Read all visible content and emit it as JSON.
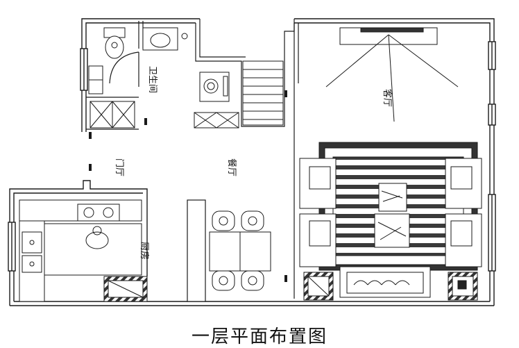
{
  "caption": "一层平面布置图",
  "rooms": {
    "bathroom": "卫生间",
    "entry_hall": "门厅",
    "dining_room": "餐厅",
    "living_room": "客厅",
    "kitchen": "厨房"
  },
  "colors": {
    "line": "#1a1a1a",
    "background": "#ffffff",
    "hatch": "#222222"
  }
}
